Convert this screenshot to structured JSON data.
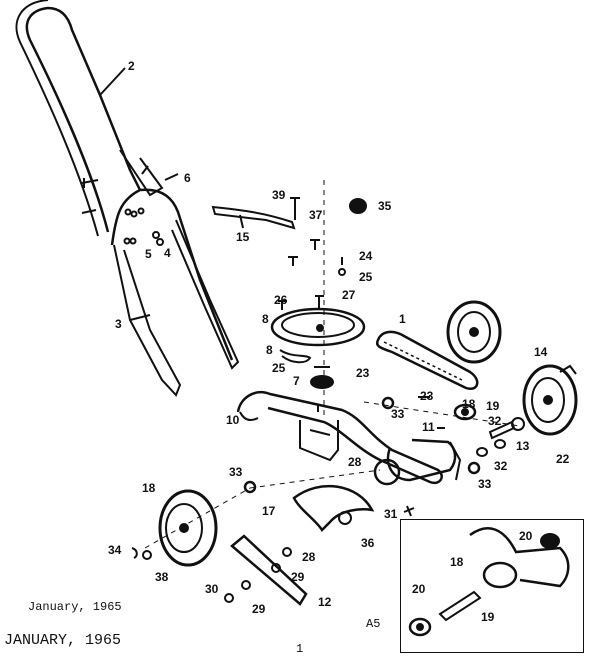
{
  "diagram": {
    "parts": [
      {
        "id": "p1",
        "label": "1"
      },
      {
        "id": "p2",
        "label": "2"
      },
      {
        "id": "p3",
        "label": "3"
      },
      {
        "id": "p4",
        "label": "4"
      },
      {
        "id": "p5",
        "label": "5"
      },
      {
        "id": "p6",
        "label": "6"
      },
      {
        "id": "p7",
        "label": "7"
      },
      {
        "id": "p8a",
        "label": "8"
      },
      {
        "id": "p8b",
        "label": "8"
      },
      {
        "id": "p10",
        "label": "10"
      },
      {
        "id": "p11",
        "label": "11"
      },
      {
        "id": "p12",
        "label": "12"
      },
      {
        "id": "p13",
        "label": "13"
      },
      {
        "id": "p14",
        "label": "14"
      },
      {
        "id": "p15",
        "label": "15"
      },
      {
        "id": "p17",
        "label": "17"
      },
      {
        "id": "p18a",
        "label": "18"
      },
      {
        "id": "p18b",
        "label": "18"
      },
      {
        "id": "p18c",
        "label": "18"
      },
      {
        "id": "p19a",
        "label": "19"
      },
      {
        "id": "p19b",
        "label": "19"
      },
      {
        "id": "p20a",
        "label": "20"
      },
      {
        "id": "p20b",
        "label": "20"
      },
      {
        "id": "p22",
        "label": "22"
      },
      {
        "id": "p23a",
        "label": "23"
      },
      {
        "id": "p23b",
        "label": "23"
      },
      {
        "id": "p24",
        "label": "24"
      },
      {
        "id": "p25a",
        "label": "25"
      },
      {
        "id": "p25b",
        "label": "25"
      },
      {
        "id": "p26",
        "label": "26"
      },
      {
        "id": "p27",
        "label": "27"
      },
      {
        "id": "p28a",
        "label": "28"
      },
      {
        "id": "p28b",
        "label": "28"
      },
      {
        "id": "p29a",
        "label": "29"
      },
      {
        "id": "p29b",
        "label": "29"
      },
      {
        "id": "p30",
        "label": "30"
      },
      {
        "id": "p31",
        "label": "31"
      },
      {
        "id": "p32a",
        "label": "32"
      },
      {
        "id": "p32b",
        "label": "32"
      },
      {
        "id": "p33a",
        "label": "33"
      },
      {
        "id": "p33b",
        "label": "33"
      },
      {
        "id": "p33c",
        "label": "33"
      },
      {
        "id": "p34",
        "label": "34"
      },
      {
        "id": "p35",
        "label": "35"
      },
      {
        "id": "p36",
        "label": "36"
      },
      {
        "id": "p37",
        "label": "37"
      },
      {
        "id": "p38",
        "label": "38"
      },
      {
        "id": "p39",
        "label": "39"
      }
    ]
  },
  "captions": {
    "date": "January, 1965",
    "page_code": "A5",
    "footer_date": "JANUARY, 1965",
    "page_mark": "1"
  }
}
